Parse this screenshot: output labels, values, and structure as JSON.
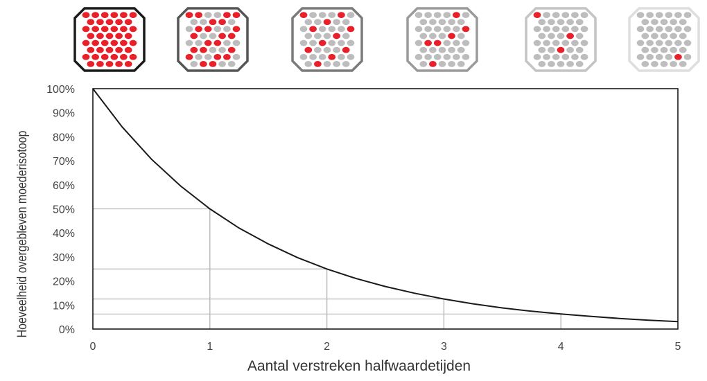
{
  "chart_data": {
    "type": "line",
    "title": "",
    "xlabel": "Aantal verstreken halfwaardetijden",
    "ylabel": "Hoeveelheid overgebleven moederisotoop",
    "xlim": [
      0,
      5
    ],
    "ylim": [
      0,
      100
    ],
    "x_ticks": [
      "0",
      "1",
      "2",
      "3",
      "4",
      "5"
    ],
    "y_ticks": [
      "0%",
      "10%",
      "20%",
      "30%",
      "40%",
      "50%",
      "60%",
      "70%",
      "80%",
      "90%",
      "100%"
    ],
    "grid": false,
    "series": [
      {
        "x": [
          0,
          0.25,
          0.5,
          0.75,
          1,
          1.25,
          1.5,
          1.75,
          2,
          2.25,
          2.5,
          2.75,
          3,
          3.25,
          3.5,
          3.75,
          4,
          4.25,
          4.5,
          4.75,
          5
        ],
        "y": [
          100,
          84.1,
          70.7,
          59.5,
          50,
          42,
          35.4,
          29.7,
          25,
          21,
          17.7,
          14.9,
          12.5,
          10.5,
          8.8,
          7.4,
          6.25,
          5.3,
          4.4,
          3.7,
          3.125
        ]
      }
    ],
    "reference_points": [
      {
        "x": 1,
        "y": 50
      },
      {
        "x": 2,
        "y": 25
      },
      {
        "x": 3,
        "y": 12.5
      },
      {
        "x": 4,
        "y": 6.25
      }
    ],
    "line_color": "#1a1a1a"
  },
  "sample_panels": {
    "atom_color_active": "#e8202a",
    "atom_color_decayed": "#bdbdbd",
    "panels": [
      {
        "half_lives": 0,
        "fraction_remaining": 1.0,
        "border_color": "#1a1a1a"
      },
      {
        "half_lives": 1,
        "fraction_remaining": 0.5,
        "border_color": "#555555"
      },
      {
        "half_lives": 2,
        "fraction_remaining": 0.25,
        "border_color": "#7a7a7a"
      },
      {
        "half_lives": 3,
        "fraction_remaining": 0.125,
        "border_color": "#9a9a9a"
      },
      {
        "half_lives": 4,
        "fraction_remaining": 0.0625,
        "border_color": "#c4c4c4"
      },
      {
        "half_lives": 5,
        "fraction_remaining": 0.03125,
        "border_color": "#dedede"
      }
    ]
  }
}
